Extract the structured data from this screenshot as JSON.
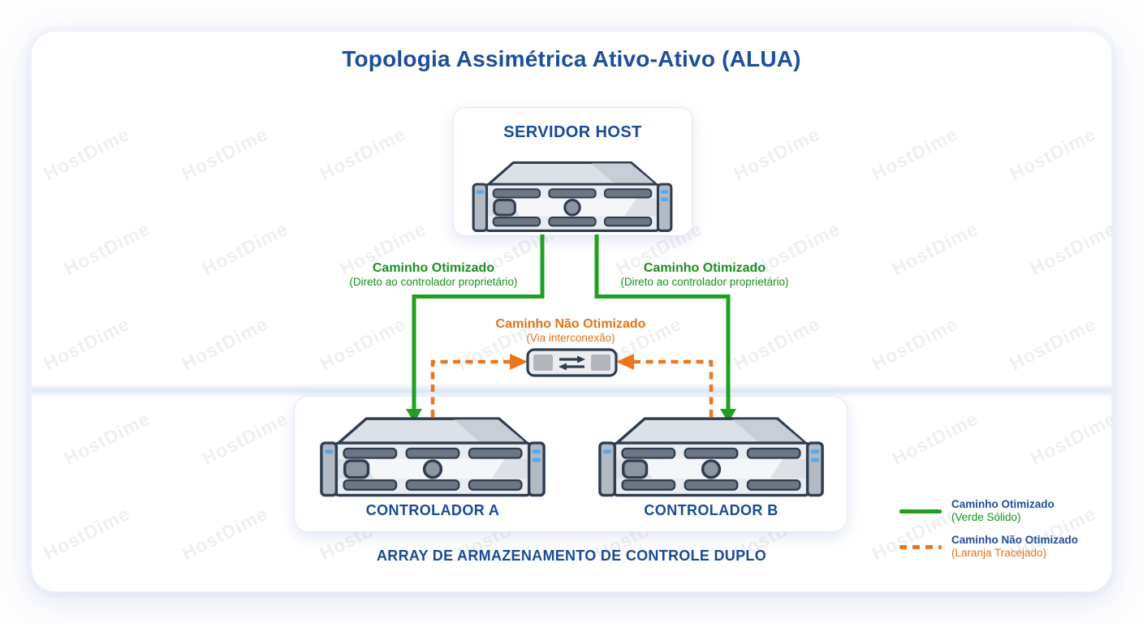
{
  "title": "Topologia Assimétrica Ativo-Ativo (ALUA)",
  "watermark": {
    "text": "HostDime"
  },
  "host": {
    "label": "SERVIDOR HOST",
    "icon": "rack-server-icon"
  },
  "paths": {
    "optimized_left": {
      "label": "Caminho Otimizado",
      "sublabel": "(Direto ao controlador proprietário)"
    },
    "optimized_right": {
      "label": "Caminho Otimizado",
      "sublabel": "(Direto ao controlador proprietário)"
    },
    "non_optimized": {
      "label": "Caminho Não Otimizado",
      "sublabel": "(Via interconexão)"
    }
  },
  "interconnect": {
    "icon": "interconnect-switch-icon"
  },
  "array": {
    "controller_a": "CONTROLADOR A",
    "controller_b": "CONTROLADOR B",
    "caption": "ARRAY DE ARMAZENAMENTO DE CONTROLE DUPLO",
    "icon_a": "rack-server-icon",
    "icon_b": "rack-server-icon"
  },
  "legend": {
    "optimized": {
      "label": "Caminho Otimizado",
      "sublabel": "(Verde Sólido)"
    },
    "non_optimized": {
      "label": "Caminho Não Otimizado",
      "sublabel": "(Laranja Tracejado)"
    }
  },
  "colors": {
    "heading_blue": "#1c4e9c",
    "optimized_green": "#1fa021",
    "non_optimized_orange": "#e87820",
    "outline_navy": "#2e3d50",
    "led_blue": "#57a9ef"
  }
}
